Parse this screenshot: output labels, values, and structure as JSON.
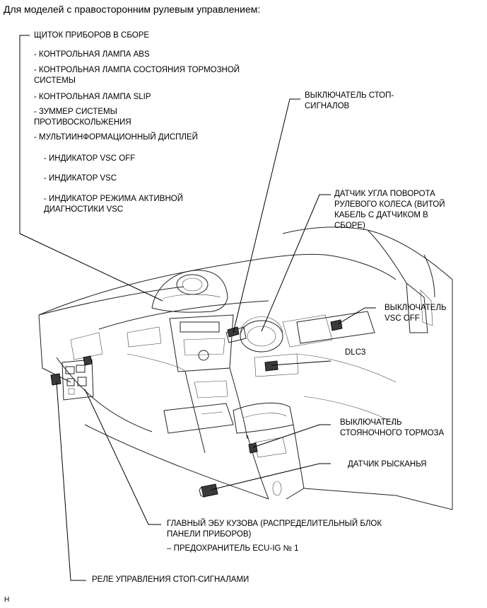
{
  "header": "Для моделей с правосторонним рулевым управлением:",
  "labels": {
    "combination_meter": "ЩИТОК ПРИБОРОВ В СБОРЕ",
    "abs_warning": "- КОНТРОЛЬНАЯ ЛАМПА ABS",
    "brake_warning": "- КОНТРОЛЬНАЯ ЛАМПА СОСТОЯНИЯ ТОРМОЗНОЙ\nСИСТЕМЫ",
    "slip_indicator": "- КОНТРОЛЬНАЯ ЛАМПА SLIP",
    "skid_buzzer": "- ЗУММЕР СИСТЕМЫ\nПРОТИВОСКОЛЬЖЕНИЯ",
    "multi_display": "- МУЛЬТИИНФОРМАЦИОННЫЙ ДИСПЛЕЙ",
    "vsc_off_indicator": "- ИНДИКАТОР VSC OFF",
    "vsc_indicator": "- ИНДИКАТОР VSC",
    "vsc_test_indicator": "- ИНДИКАТОР РЕЖИМА АКТИВНОЙ\nДИАГНОСТИКИ VSC",
    "stop_lamp_switch": "ВЫКЛЮЧАТЕЛЬ СТОП-\nСИГНАЛОВ",
    "steering_sensor": "ДАТЧИК УГЛА ПОВОРОТА\nРУЛЕВОГО КОЛЕСА (ВИТОЙ\nКАБЕЛЬ С ДАТЧИКОМ В\nСБОРЕ)",
    "vsc_off_switch": "ВЫКЛЮЧАТЕЛЬ\nVSC OFF",
    "dlc3": "DLC3",
    "parking_brake_switch": "ВЫКЛЮЧАТЕЛЬ\nСТОЯНОЧНОГО ТОРМОЗА",
    "yaw_sensor": "ДАТЧИК РЫСКАНЬЯ",
    "main_body_ecu": "ГЛАВНЫЙ ЭБУ КУЗОВА (РАСПРЕДЕЛИТЕЛЬНЫЙ БЛОК\nПАНЕЛИ ПРИБОРОВ)",
    "ecu_ig_fuse": "– ПРЕДОХРАНИТЕЛЬ ECU-IG № 1",
    "stop_lamp_relay": "РЕЛЕ УПРАВЛЕНИЯ СТОП-СИГНАЛАМИ"
  },
  "footer_code": "H"
}
